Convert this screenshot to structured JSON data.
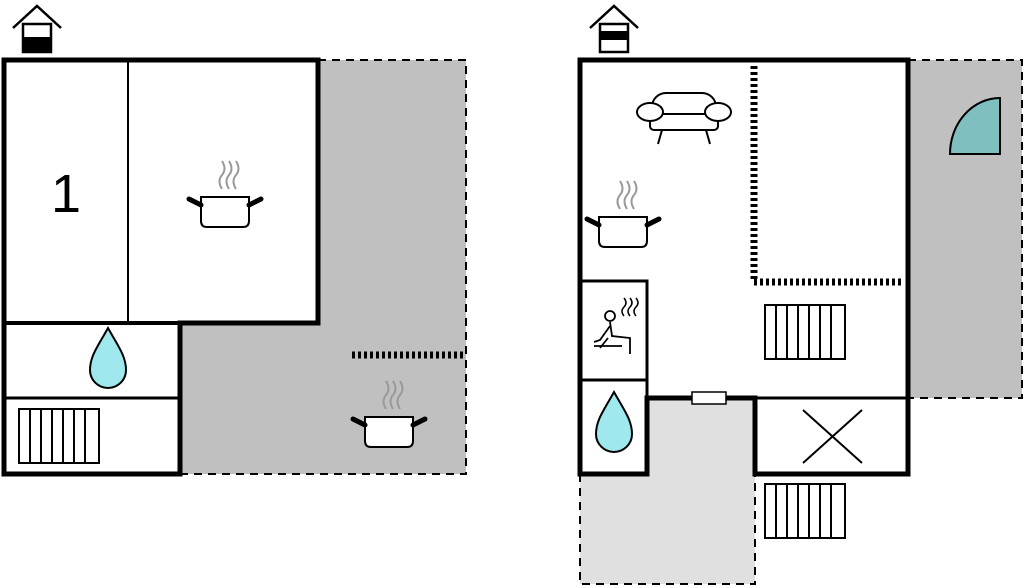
{
  "colors": {
    "wall": "#000000",
    "terrace": "#c0c0c0",
    "terrace_light": "#e0e0e0",
    "water": "#9fe8ee",
    "shower": "#7fbfbf",
    "steam": "#999999",
    "background": "#ffffff"
  },
  "floors": [
    {
      "name": "ground-floor",
      "floor_icon": "house-ground-floor-icon",
      "rooms": [
        {
          "name": "bedroom",
          "label": "1"
        },
        {
          "name": "kitchen",
          "icon": "cooking-pot-icon"
        },
        {
          "name": "bathroom",
          "icon": "water-drop-icon"
        },
        {
          "name": "stairs",
          "icon": "stairs-icon"
        },
        {
          "name": "terrace",
          "icon": "outdoor-kitchen-pot-icon"
        }
      ]
    },
    {
      "name": "upper-floor",
      "floor_icon": "house-upper-floor-icon",
      "rooms": [
        {
          "name": "living-room",
          "icon": "sofa-icon"
        },
        {
          "name": "kitchen",
          "icon": "cooking-pot-icon"
        },
        {
          "name": "sauna",
          "icon": "sauna-person-icon"
        },
        {
          "name": "bathroom",
          "icon": "water-drop-icon"
        },
        {
          "name": "stairs",
          "icon": "stairs-icon"
        },
        {
          "name": "void",
          "icon": "cross-icon"
        },
        {
          "name": "balcony",
          "icon": "shower-corner-icon"
        },
        {
          "name": "entrance-terrace"
        },
        {
          "name": "exterior-stairs",
          "icon": "stairs-icon"
        }
      ]
    }
  ]
}
